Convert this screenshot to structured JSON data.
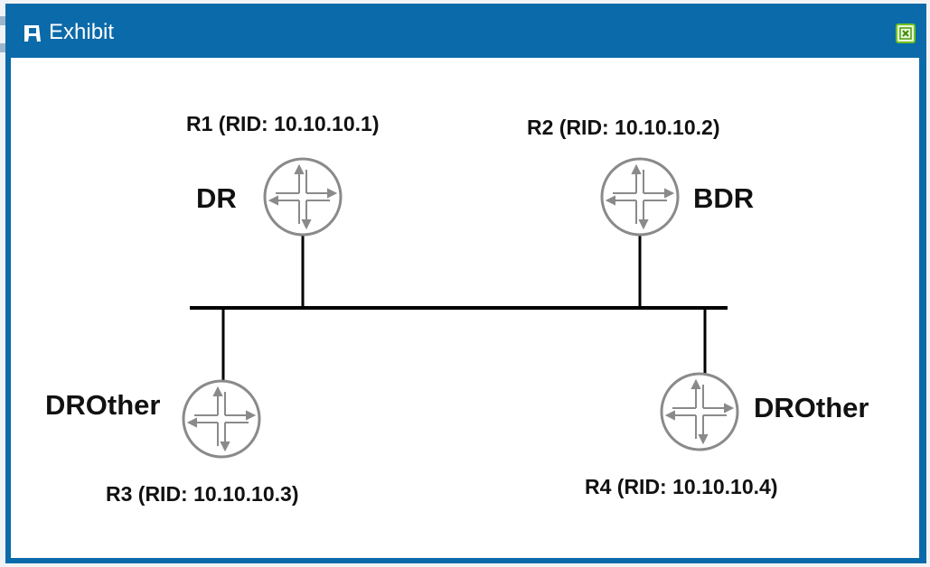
{
  "window": {
    "title": "Exhibit",
    "title_icon": "exhibit-icon",
    "close_icon": "close-icon",
    "titlebar_color": "#0b6aaa"
  },
  "diagram": {
    "routers": [
      {
        "id": "r1",
        "label": "R1 (RID: 10.10.10.1)",
        "role": "DR"
      },
      {
        "id": "r2",
        "label": "R2 (RID: 10.10.10.2)",
        "role": "BDR"
      },
      {
        "id": "r3",
        "label": "R3 (RID: 10.10.10.3)",
        "role": "DROther"
      },
      {
        "id": "r4",
        "label": "R4 (RID: 10.10.10.4)",
        "role": "DROther"
      }
    ],
    "router_icon": "router-icon"
  }
}
